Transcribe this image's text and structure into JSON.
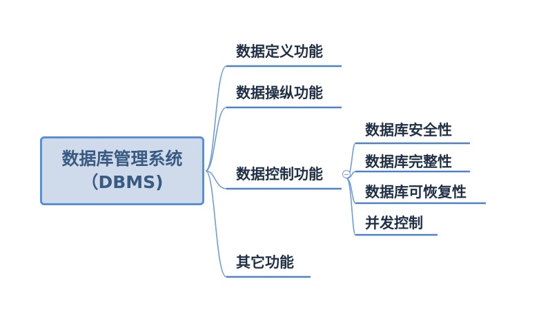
{
  "colors": {
    "root_fill": "#cfdbea",
    "root_border": "#5b8fd0",
    "root_text": "#395a82",
    "branch_line": "#6f9bd6",
    "underline": "#4f81c6",
    "node_text": "#1f2f45"
  },
  "root": {
    "line1": "数据库管理系统",
    "line2": "（DBMS)"
  },
  "branches": [
    {
      "label": "数据定义功能"
    },
    {
      "label": "数据操纵功能"
    },
    {
      "label": "数据控制功能"
    },
    {
      "label": "其它功能"
    }
  ],
  "sub_branches": [
    {
      "label": "数据库安全性"
    },
    {
      "label": "数据库完整性"
    },
    {
      "label": "数据库可恢复性"
    },
    {
      "label": "并发控制"
    }
  ],
  "toggle_icon": "collapse-icon"
}
